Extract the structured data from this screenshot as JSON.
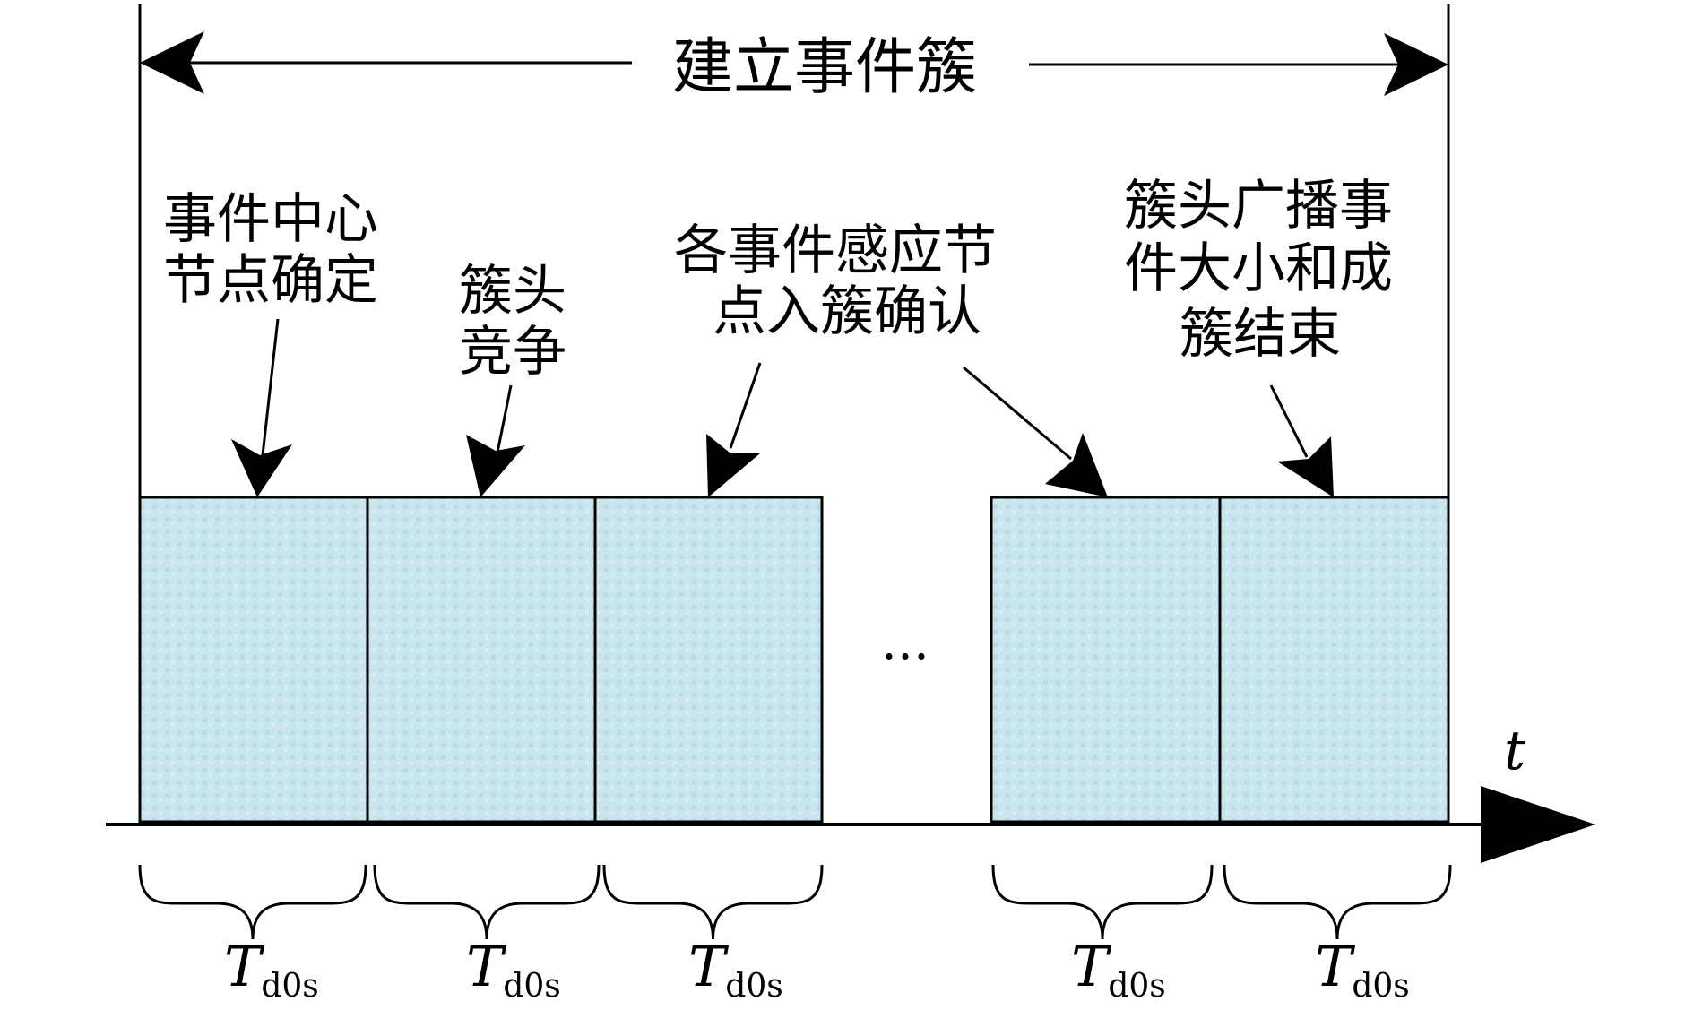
{
  "diagram": {
    "title": "建立事件簇",
    "axis_label": "t",
    "gap_marker": "…",
    "slot_label": {
      "main": "T",
      "subscript": "d0s"
    },
    "annotations": [
      {
        "lines": [
          "事件中心",
          "节点确定"
        ]
      },
      {
        "lines": [
          "簇头",
          "竞争"
        ]
      },
      {
        "lines": [
          "各事件感应节",
          "点入簇确认"
        ]
      },
      {
        "lines": [
          "簇头广播事",
          "件大小和成",
          "簇结束"
        ]
      }
    ],
    "slot_count": 5
  },
  "colors": {
    "slot_fill": "#c9e6ee",
    "slot_dots": "#b3d9e4",
    "stroke": "#000000",
    "background": "#ffffff"
  }
}
